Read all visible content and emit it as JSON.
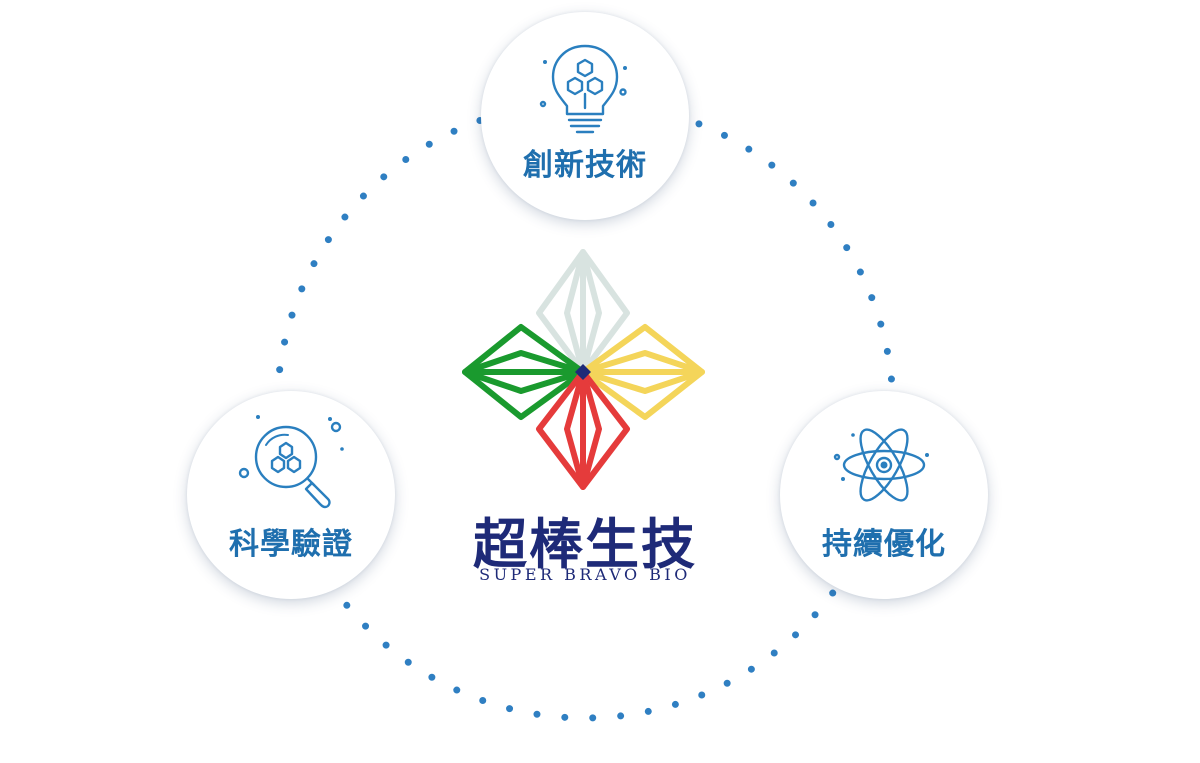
{
  "brand": {
    "name": "超棒生技",
    "subtitle": "SUPER BRAVO BIO",
    "colors": {
      "navy": "#1e2a78",
      "green": "#1a9a2e",
      "yellow": "#f4d55a",
      "red": "#e53b3b",
      "pale": "#d8e3e0"
    }
  },
  "cycle": {
    "nodes": [
      {
        "id": "top",
        "label": "創新技術",
        "icon": "lightbulb-molecule-icon"
      },
      {
        "id": "left",
        "label": "科學驗證",
        "icon": "magnifier-molecule-icon"
      },
      {
        "id": "right",
        "label": "持續優化",
        "icon": "atom-icon"
      }
    ],
    "colors": {
      "label": "#1f6fae",
      "icon": "#2a7fbf",
      "dots": "#2f7fc2"
    }
  }
}
